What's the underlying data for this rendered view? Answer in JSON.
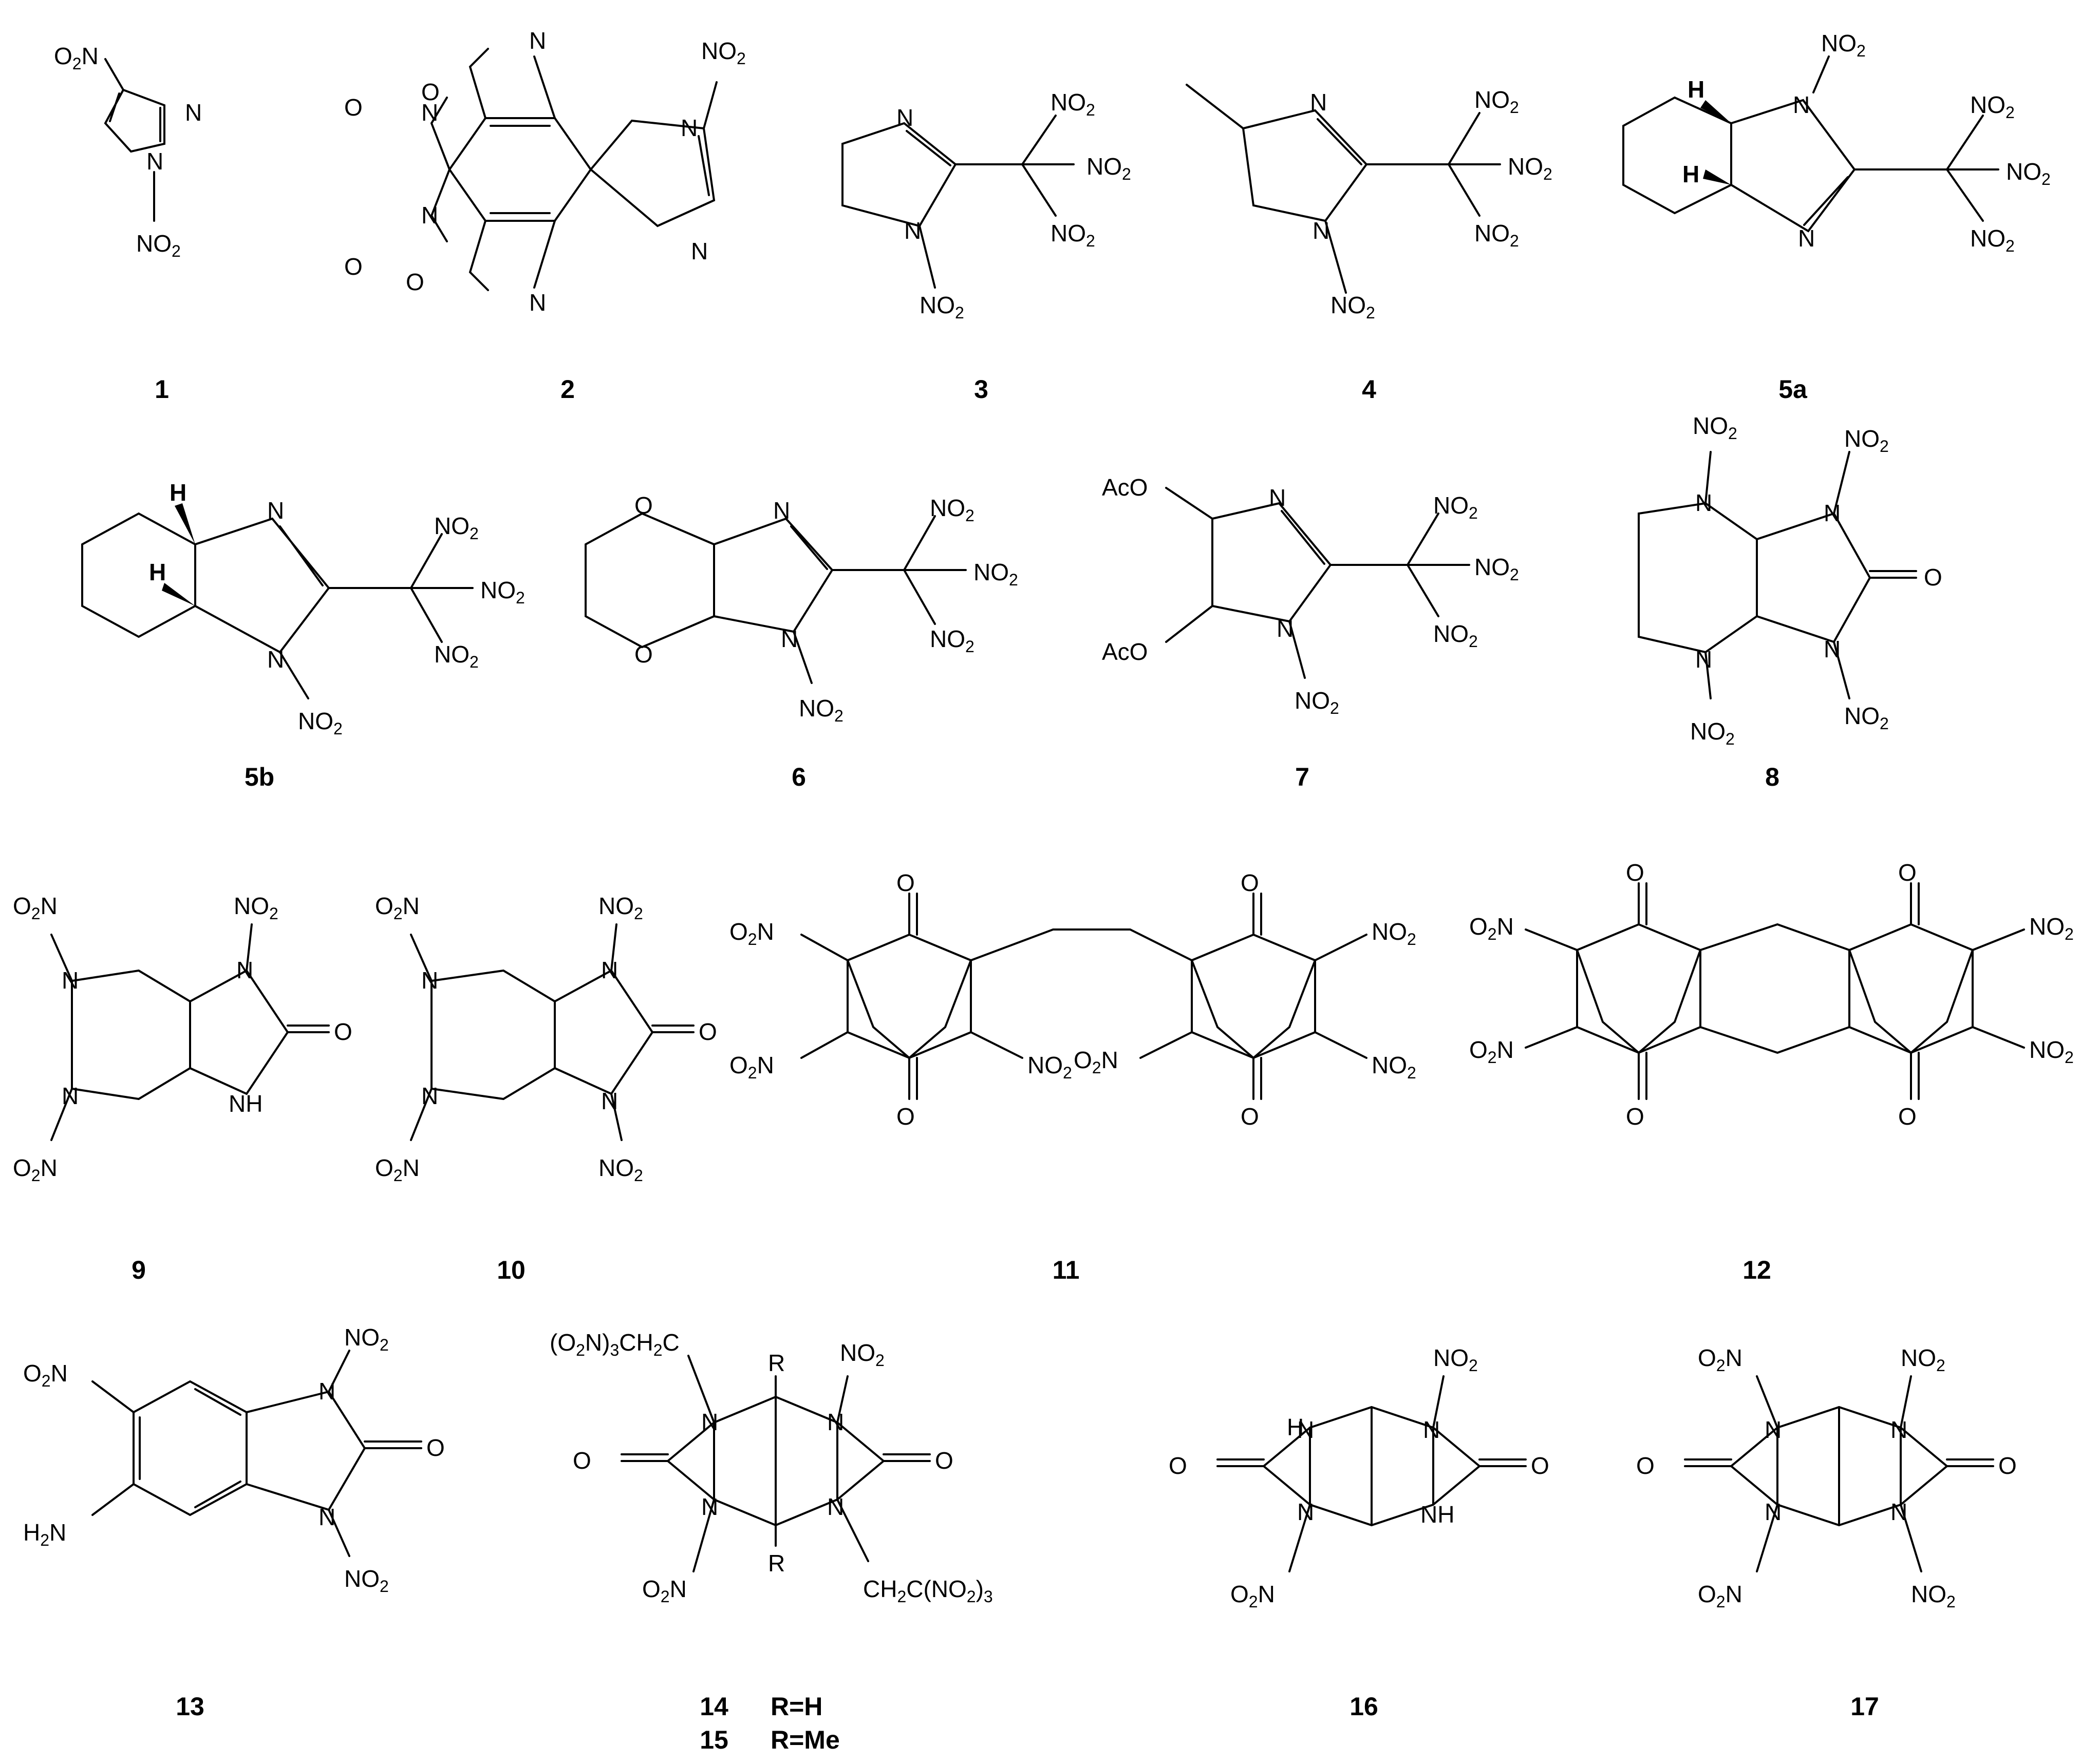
{
  "compounds": [
    {
      "label": "1"
    },
    {
      "label": "2"
    },
    {
      "label": "3"
    },
    {
      "label": "4"
    },
    {
      "label": "5a"
    },
    {
      "label": "5b"
    },
    {
      "label": "6"
    },
    {
      "label": "7"
    },
    {
      "label": "8"
    },
    {
      "label": "9"
    },
    {
      "label": "10"
    },
    {
      "label": "11"
    },
    {
      "label": "12"
    },
    {
      "label": "13"
    },
    {
      "label": "14"
    },
    {
      "label": "15"
    },
    {
      "label": "16"
    },
    {
      "label": "17"
    }
  ],
  "substituents": {
    "r14": "R=H",
    "r15": "R=Me"
  }
}
